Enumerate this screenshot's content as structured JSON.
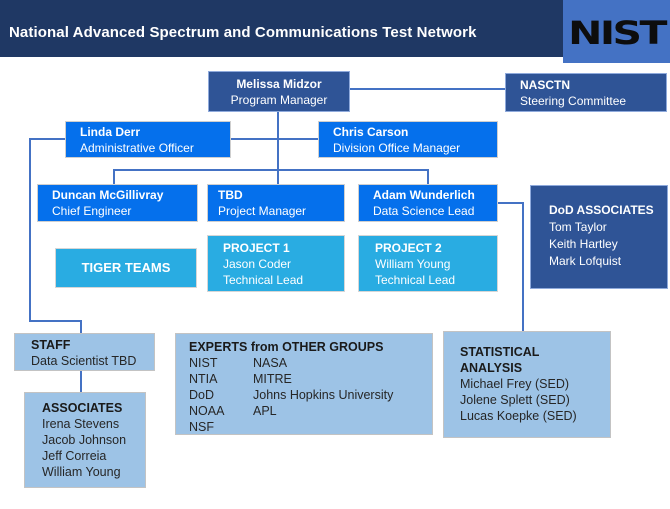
{
  "header": {
    "title": "National Advanced Spectrum and Communications Test Network",
    "logo_text": "NIST"
  },
  "colors": {
    "header_bar": "#1F3864",
    "logo_bg": "#4472C4",
    "navy_box": "#2F5496",
    "blue_box": "#0570EC",
    "cyan_box": "#29ACE2",
    "light_box": "#9DC3E6",
    "connector": "#4472C4"
  },
  "boxes": {
    "program_manager": {
      "name": "Melissa Midzor",
      "role": "Program Manager"
    },
    "steering_committee": {
      "name": "NASCTN",
      "role": "Steering Committee"
    },
    "admin_officer": {
      "name": "Linda Derr",
      "role": "Administrative Officer"
    },
    "division_office_manager": {
      "name": "Chris Carson",
      "role": "Division Office Manager"
    },
    "chief_engineer": {
      "name": "Duncan McGillivray",
      "role": "Chief Engineer"
    },
    "project_manager": {
      "name": "TBD",
      "role": "Project Manager"
    },
    "data_science_lead": {
      "name": "Adam Wunderlich",
      "role": "Data Science Lead"
    },
    "dod_associates": {
      "title": "DoD ASSOCIATES",
      "members": [
        "Tom Taylor",
        "Keith Hartley",
        "Mark Lofquist"
      ]
    },
    "tiger_teams": {
      "title": "TIGER TEAMS"
    },
    "project1": {
      "title": "PROJECT 1",
      "name": "Jason Coder",
      "role": "Technical Lead"
    },
    "project2": {
      "title": "PROJECT 2",
      "name": "William Young",
      "role": "Technical Lead"
    },
    "staff": {
      "title": "STAFF",
      "member": "Data Scientist TBD"
    },
    "experts": {
      "title": "EXPERTS from OTHER GROUPS",
      "col1": [
        "NIST",
        "NTIA",
        "DoD",
        "NOAA",
        "NSF"
      ],
      "col2": [
        "NASA",
        "MITRE",
        "Johns Hopkins University",
        "APL"
      ]
    },
    "statistical_analysis": {
      "title_line1": "STATISTICAL",
      "title_line2": "ANALYSIS",
      "members": [
        "Michael Frey (SED)",
        "Jolene Splett (SED)",
        "Lucas Koepke (SED)"
      ]
    },
    "associates": {
      "title": "ASSOCIATES",
      "members": [
        "Irena Stevens",
        "Jacob Johnson",
        "Jeff Correia",
        "William Young"
      ]
    }
  }
}
